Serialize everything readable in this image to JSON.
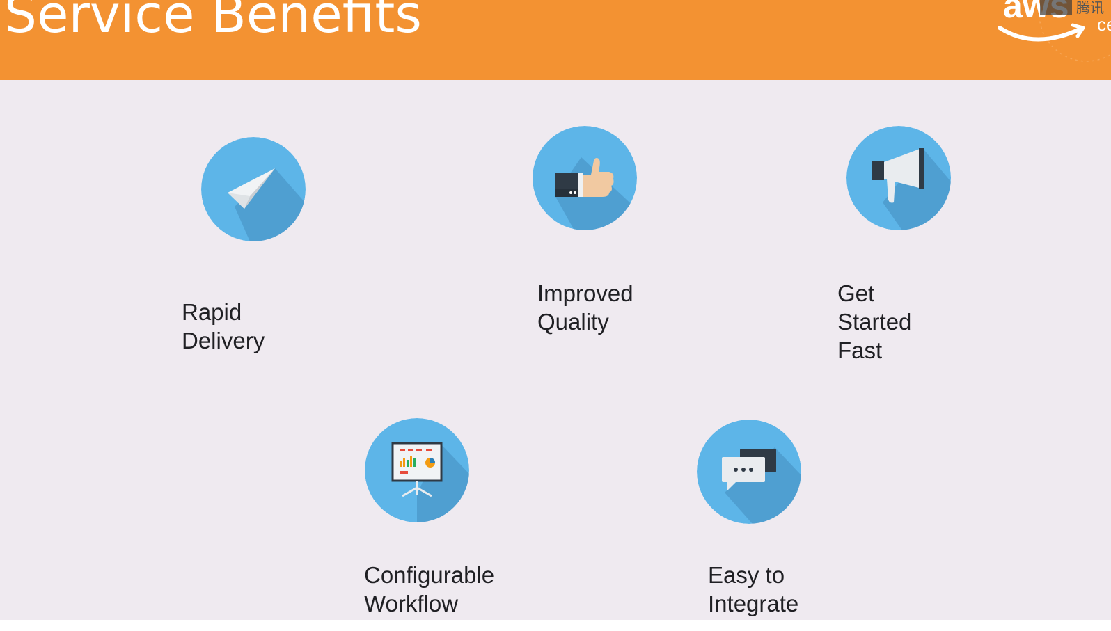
{
  "slide": {
    "title": "Service Benefits",
    "logo_text": "aws",
    "logo_tail": "ce",
    "overlay_text": "腾讯",
    "accent_color": "#f39232",
    "icon_color": "#5db5e8"
  },
  "benefits": [
    {
      "id": "rapid-delivery",
      "lines": [
        "Rapid Delivery"
      ],
      "icon": "paper-plane-icon"
    },
    {
      "id": "improved-quality",
      "lines": [
        "Improved",
        "Quality"
      ],
      "icon": "thumbs-up-icon"
    },
    {
      "id": "get-started-fast",
      "lines": [
        "Get Started",
        "Fast"
      ],
      "icon": "megaphone-icon"
    },
    {
      "id": "configurable-workflow",
      "lines": [
        "Configurable",
        "Workflow"
      ],
      "icon": "presentation-board-icon"
    },
    {
      "id": "easy-to-integrate",
      "lines": [
        "Easy to",
        "Integrate"
      ],
      "icon": "chat-bubbles-icon"
    }
  ]
}
